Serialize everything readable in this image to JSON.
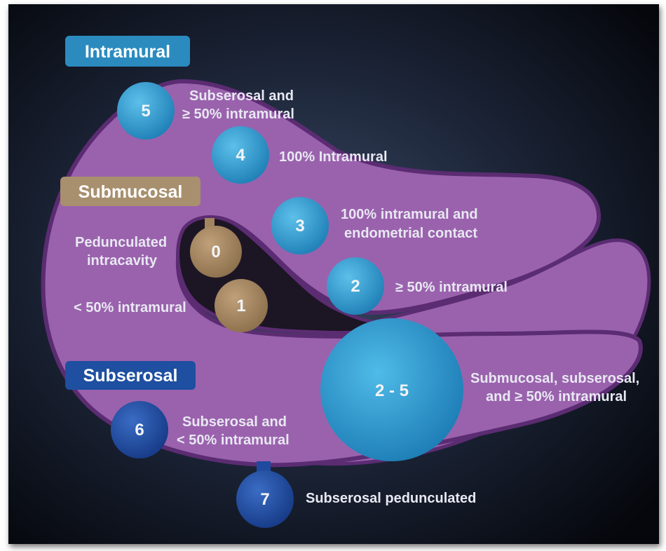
{
  "colors": {
    "background_center": "#3a4a66",
    "background_edge": "#05070c",
    "uterus_fill": "#9a62ad",
    "uterus_outline": "#5b2c72",
    "cavity": "#1c1524",
    "intramural_header": "#2b8bbf",
    "submucosal_header": "#a8906e",
    "subserosal_header": "#1e4fa0",
    "submucosal_circle": "#a2845f",
    "intramural_circle": "#2f93cc",
    "subserosal_circle": "#1f4aa0",
    "label_text": "#e8e8f2"
  },
  "headers": {
    "intramural": "Intramural",
    "submucosal": "Submucosal",
    "subserosal": "Subserosal"
  },
  "types": [
    {
      "number": "0",
      "group": "submucosal",
      "label_lines": [
        "Pedunculated",
        "intracavity"
      ]
    },
    {
      "number": "1",
      "group": "submucosal",
      "label_lines": [
        "< 50% intramural"
      ]
    },
    {
      "number": "2",
      "group": "intramural",
      "label_lines": [
        "≥ 50% intramural"
      ]
    },
    {
      "number": "3",
      "group": "intramural",
      "label_lines": [
        "100% intramural and",
        "endometrial contact"
      ]
    },
    {
      "number": "4",
      "group": "intramural",
      "label_lines": [
        "100% Intramural"
      ]
    },
    {
      "number": "5",
      "group": "intramural",
      "label_lines": [
        "Subserosal and",
        "≥ 50% intramural"
      ]
    },
    {
      "number": "6",
      "group": "subserosal",
      "label_lines": [
        "Subserosal and",
        "< 50% intramural"
      ]
    },
    {
      "number": "7",
      "group": "subserosal",
      "label_lines": [
        "Subserosal pedunculated"
      ]
    },
    {
      "number": "2 - 5",
      "group": "intramural",
      "label_lines": [
        "Submucosal, subserosal,",
        "and ≥ 50% intramural"
      ]
    }
  ]
}
